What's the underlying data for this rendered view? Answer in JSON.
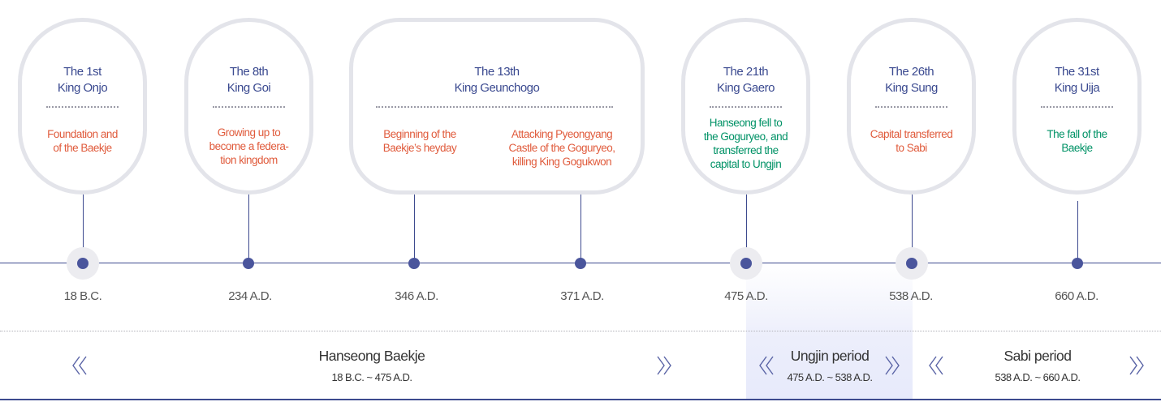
{
  "kings": [
    {
      "title": "The 1st",
      "name": "King Onjo"
    },
    {
      "title": "The 8th",
      "name": "King Goi"
    },
    {
      "title": "The 13th",
      "name": "King Geunchogo"
    },
    {
      "title": "The 21th",
      "name": "King Gaero"
    },
    {
      "title": "The 26th",
      "name": "King Sung"
    },
    {
      "title": "The 31st",
      "name": "King Uija"
    }
  ],
  "events": [
    {
      "lines": [
        "Foundation and",
        "of the Baekje"
      ],
      "color": "#e05b3c"
    },
    {
      "lines": [
        "Growing up to",
        "become a federa-",
        "tion kingdom"
      ],
      "color": "#e05b3c"
    },
    {
      "lines": [
        "Beginning of the",
        "Baekje’s heyday"
      ],
      "color": "#e05b3c"
    },
    {
      "lines": [
        "Attacking Pyeongyang",
        "Castle of the Goguryeo,",
        "killing King Gogukwon"
      ],
      "color": "#e05b3c"
    },
    {
      "lines": [
        "Hanseong fell to",
        "the Goguryeo, and",
        "transferred the",
        "capital to Ungjin"
      ],
      "color": "#009266"
    },
    {
      "lines": [
        "Capital transferred",
        "to Sabi"
      ],
      "color": "#e05b3c"
    },
    {
      "lines": [
        "The fall of the",
        "Baekje"
      ],
      "color": "#009266"
    }
  ],
  "years": [
    "18 B.C.",
    "234 A.D.",
    "346 A.D.",
    "371 A.D.",
    "475 A.D.",
    "538 A.D.",
    "660 A.D."
  ],
  "periods": [
    {
      "name": "Hanseong Baekje",
      "range": "18 B.C. ~ 475 A.D."
    },
    {
      "name": "Ungjin period",
      "range": "475 A.D. ~ 538 A.D."
    },
    {
      "name": "Sabi period",
      "range": "538 A.D. ~ 660 A.D."
    }
  ],
  "colors": {
    "navy": "#3d4a8f",
    "orange": "#e05b3c",
    "green": "#009266",
    "bubble_border": "#e3e4ea",
    "ungjin_band": "#e7eafb"
  },
  "icons": {
    "left": "double-chevron-left-icon",
    "right": "double-chevron-right-icon"
  }
}
